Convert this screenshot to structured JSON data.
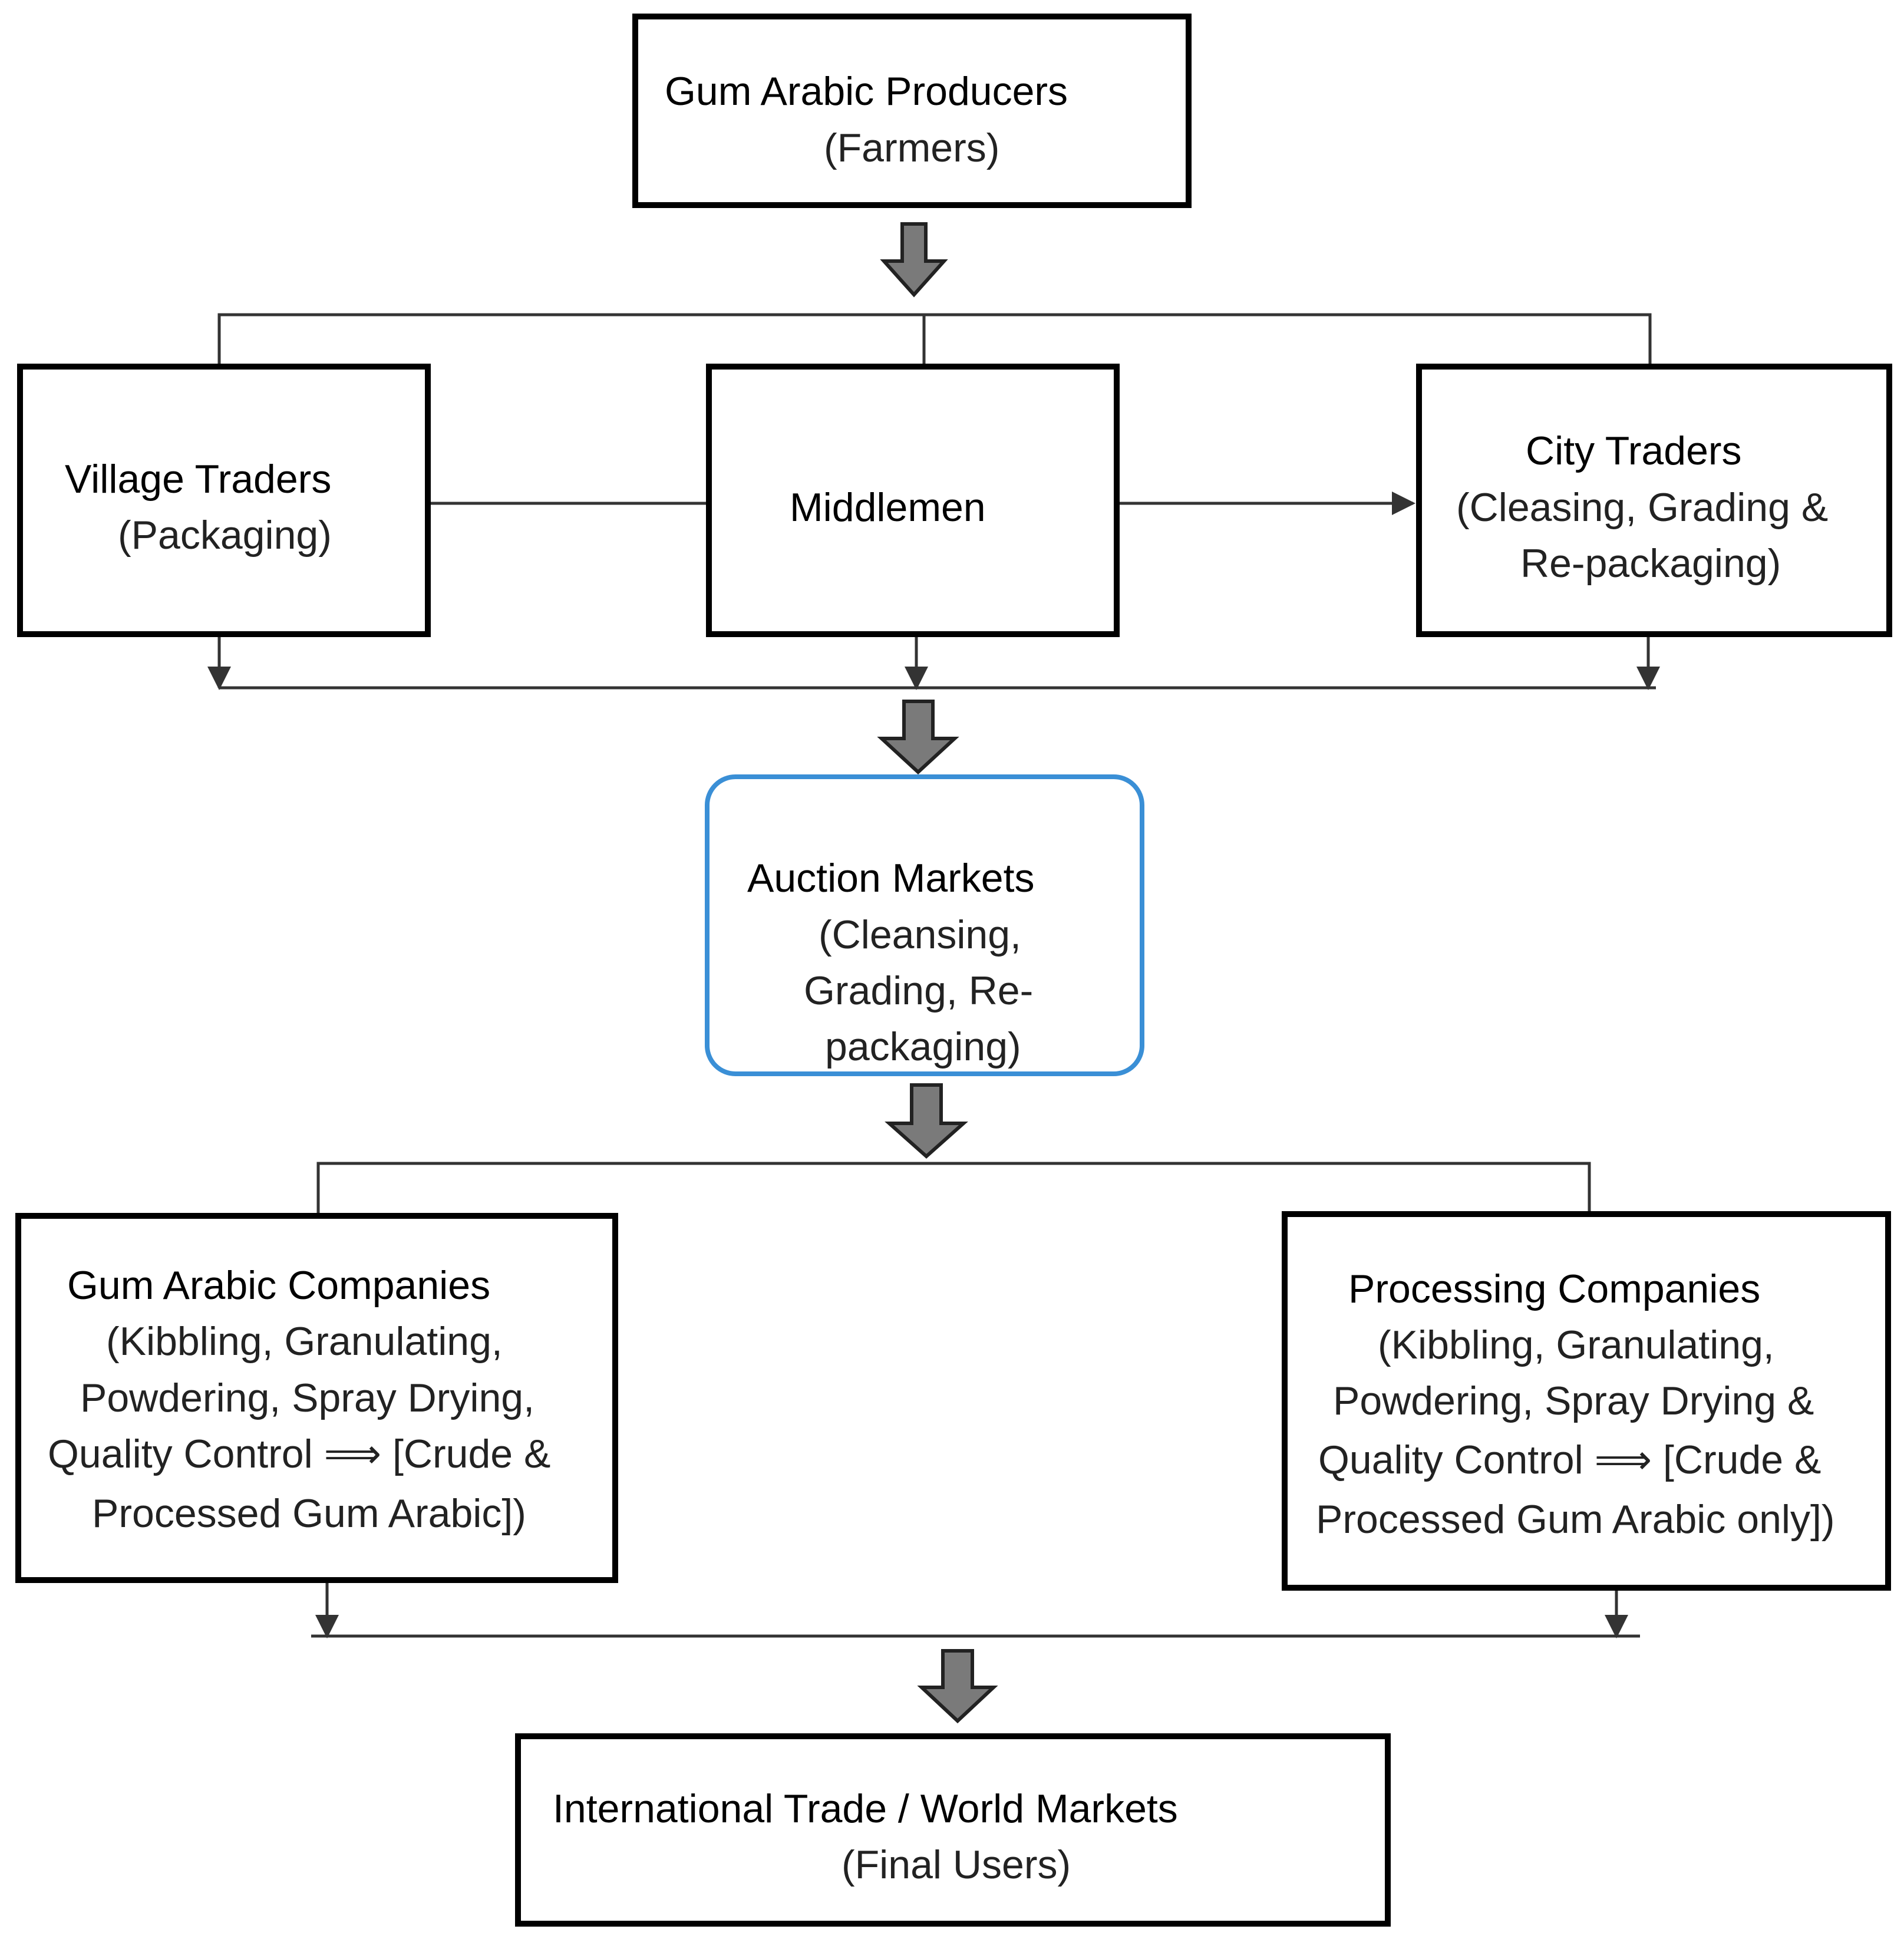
{
  "nodes": {
    "producers": {
      "title": "Gum Arabic Producers",
      "sub": [
        "(Farmers)"
      ]
    },
    "village": {
      "title": "Village Traders",
      "sub": [
        "(Packaging)"
      ]
    },
    "middlemen": {
      "title": "Middlemen",
      "sub": []
    },
    "city": {
      "title": "City Traders",
      "sub": [
        "(Cleasing, Grading &",
        "Re-packaging)"
      ]
    },
    "auction": {
      "title": "Auction Markets",
      "sub": [
        "(Cleansing,",
        "Grading, Re-",
        "packaging)"
      ]
    },
    "gum_companies": {
      "title": "Gum Arabic Companies",
      "sub": [
        "(Kibbling, Granulating,",
        "Powdering, Spray Drying,",
        "Quality Control ⟹  [Crude &",
        "Processed Gum Arabic])"
      ]
    },
    "processing": {
      "title": "Processing Companies",
      "sub": [
        "(Kibbling, Granulating,",
        "Powdering, Spray Drying &",
        "Quality Control ⟹  [Crude &",
        "Processed Gum Arabic only])"
      ]
    },
    "international": {
      "title": "International Trade / World Markets",
      "sub": [
        "(Final Users)"
      ]
    }
  },
  "colors": {
    "box_border": "#000000",
    "auction_border": "#3a8fd6",
    "block_arrow": "#7a7a7a",
    "line": "#333333"
  }
}
